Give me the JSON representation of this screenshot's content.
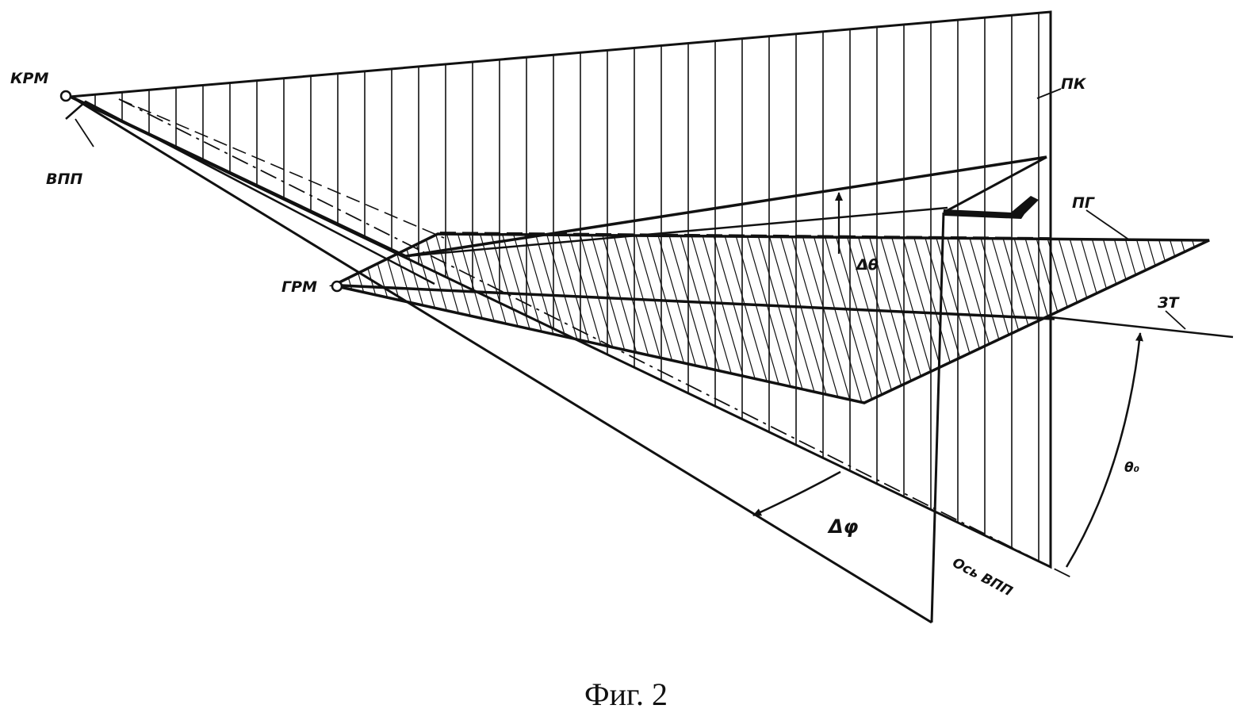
{
  "labels": {
    "krm": "КРМ",
    "vpp": "ВПП",
    "grm": "ГРМ",
    "pk": "ПК",
    "pg": "ПГ",
    "zt": "ЗТ",
    "delta_theta": "Δθ",
    "delta_phi": "Δφ",
    "theta0": "θ₀",
    "runway_axis": "Ось ВПП"
  },
  "caption": "Фиг. 2",
  "colors": {
    "ink": "#111111",
    "paper": "#ffffff"
  }
}
